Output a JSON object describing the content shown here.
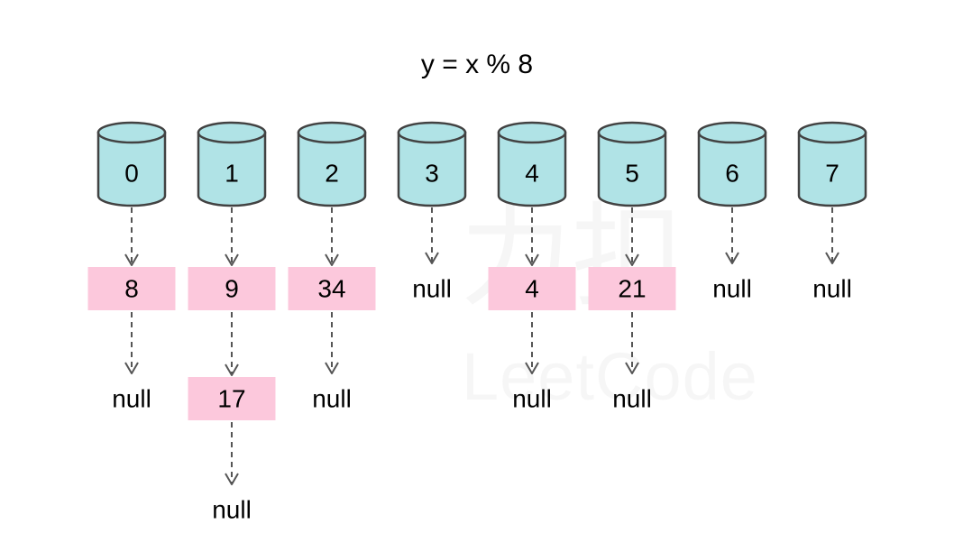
{
  "title": "y = x % 8",
  "colors": {
    "bucket_fill": "#b0e3e6",
    "bucket_stroke": "#424242",
    "node_fill": "#fcc8dc",
    "arrow": "#555555",
    "text": "#000000"
  },
  "null_label": "null",
  "buckets": [
    {
      "label": "0",
      "chain": [
        "8"
      ]
    },
    {
      "label": "1",
      "chain": [
        "9",
        "17"
      ]
    },
    {
      "label": "2",
      "chain": [
        "34"
      ]
    },
    {
      "label": "3",
      "chain": []
    },
    {
      "label": "4",
      "chain": [
        "4"
      ]
    },
    {
      "label": "5",
      "chain": [
        "21"
      ]
    },
    {
      "label": "6",
      "chain": []
    },
    {
      "label": "7",
      "chain": []
    }
  ],
  "watermark": {
    "text": "LeetCode",
    "cn": "力扣"
  }
}
